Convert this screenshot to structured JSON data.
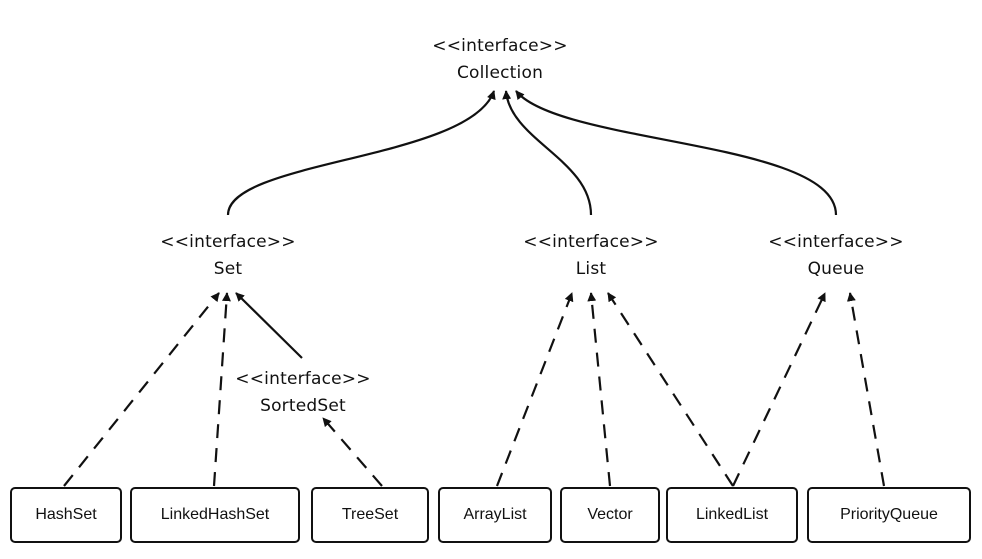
{
  "stereotype": "<<interface>>",
  "interfaces": {
    "collection": "Collection",
    "set": "Set",
    "list": "List",
    "queue": "Queue",
    "sorted_set": "SortedSet"
  },
  "classes": {
    "hashset": "HashSet",
    "linkedhashset": "LinkedHashSet",
    "treeset": "TreeSet",
    "arraylist": "ArrayList",
    "vector": "Vector",
    "linkedlist": "LinkedList",
    "priorityqueue": "PriorityQueue"
  },
  "colors": {
    "line": "#111111",
    "box_border": "#111111",
    "background": "#ffffff"
  }
}
